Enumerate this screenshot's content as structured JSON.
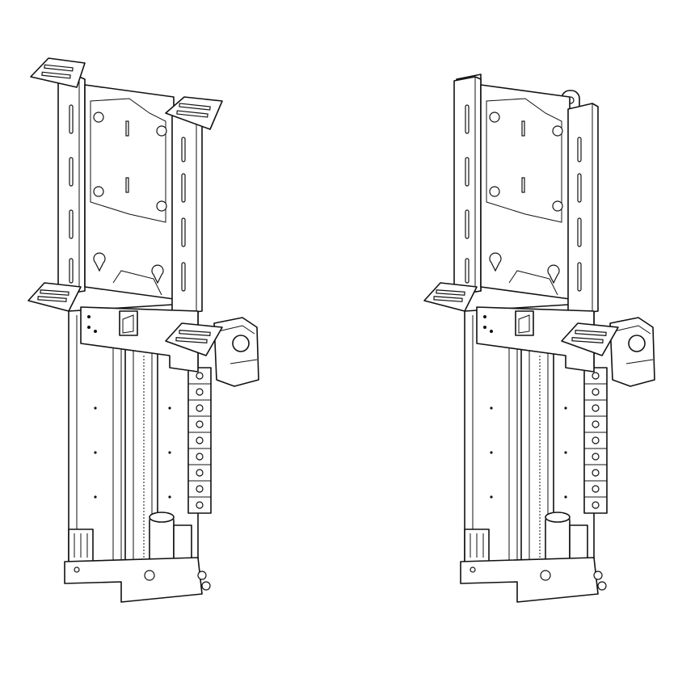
{
  "figure": {
    "line_color": "#111111",
    "background": "#ffffff",
    "views": [
      {
        "id": "left-view",
        "variant": "with-top-brackets"
      },
      {
        "id": "right-view",
        "variant": "without-top-brackets"
      }
    ]
  }
}
